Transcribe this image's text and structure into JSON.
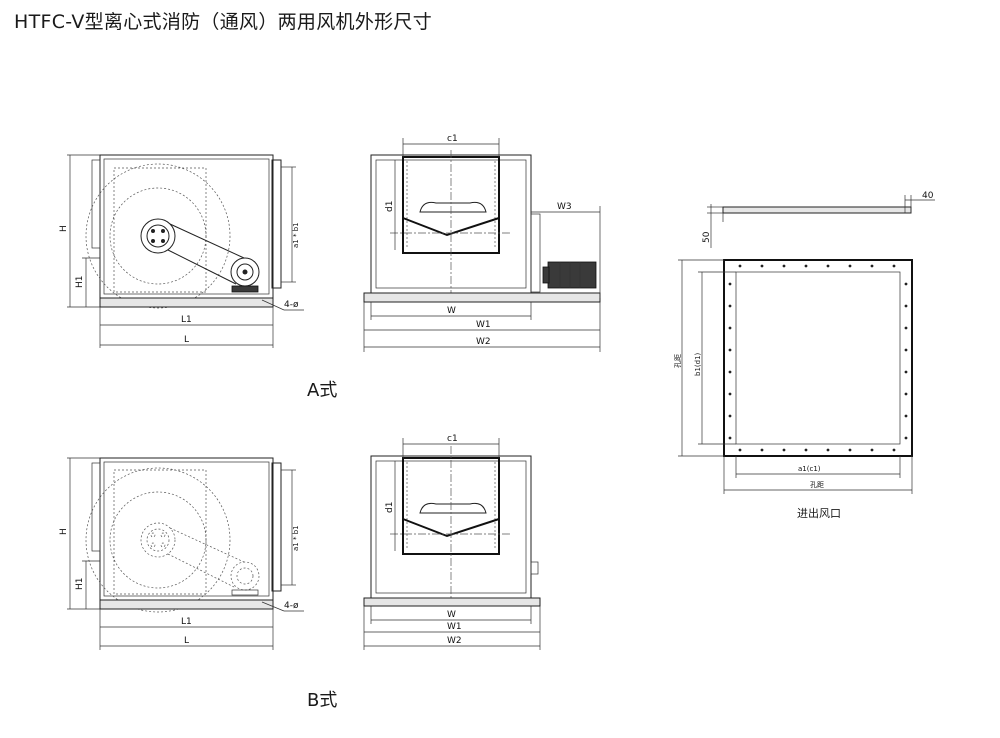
{
  "title": "HTFC-V型离心式消防（通风）两用风机外形尺寸",
  "captions": {
    "type_a": "A式",
    "type_b": "B式",
    "outlet": "进出风口"
  },
  "dims": {
    "H": "H",
    "H1": "H1",
    "L": "L",
    "L1": "L1",
    "W": "W",
    "W1": "W1",
    "W2": "W2",
    "W3": "W3",
    "c1": "c1",
    "d1": "d1",
    "holes": "4-ø",
    "flange_side": "a1 * b1",
    "hole_pitch": "孔距",
    "b1d1": "b1(d1)",
    "a1c1": "a1(c1)",
    "d40": "40",
    "d50": "50"
  }
}
